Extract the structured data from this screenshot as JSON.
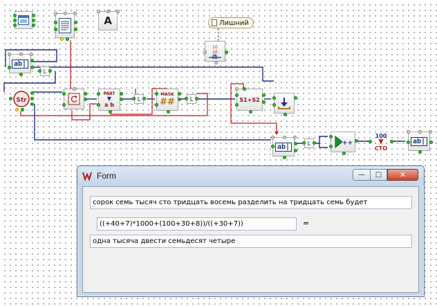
{
  "scheme": {
    "tooltip_text": "Лишний",
    "str_label": "Str",
    "part_label": "PART",
    "mask_label": "MASK",
    "mask_symbol": "##",
    "concat_label": "S1+S2",
    "counter_label": "100",
    "counter_sub": "СТО",
    "text_comp_label": "A",
    "edit_label": "ab|"
  },
  "form": {
    "title": "Form",
    "min_glyph": "—",
    "max_glyph": "□",
    "close_glyph": "✕",
    "phrase_field": "сорок семь тысяч сто тридцать восемь разделить на тридцать семь будет",
    "expression_field": "((+40+7)*1000+(100+30+8))/((+30+7))",
    "equals": "=",
    "result_field": "одна тысяча двести семьдесят четыре"
  },
  "colors": {
    "wire_blue": "#1c2e8a",
    "wire_red": "#c81414",
    "pin_green": "#22cc22",
    "close_red": "#c9442c"
  }
}
